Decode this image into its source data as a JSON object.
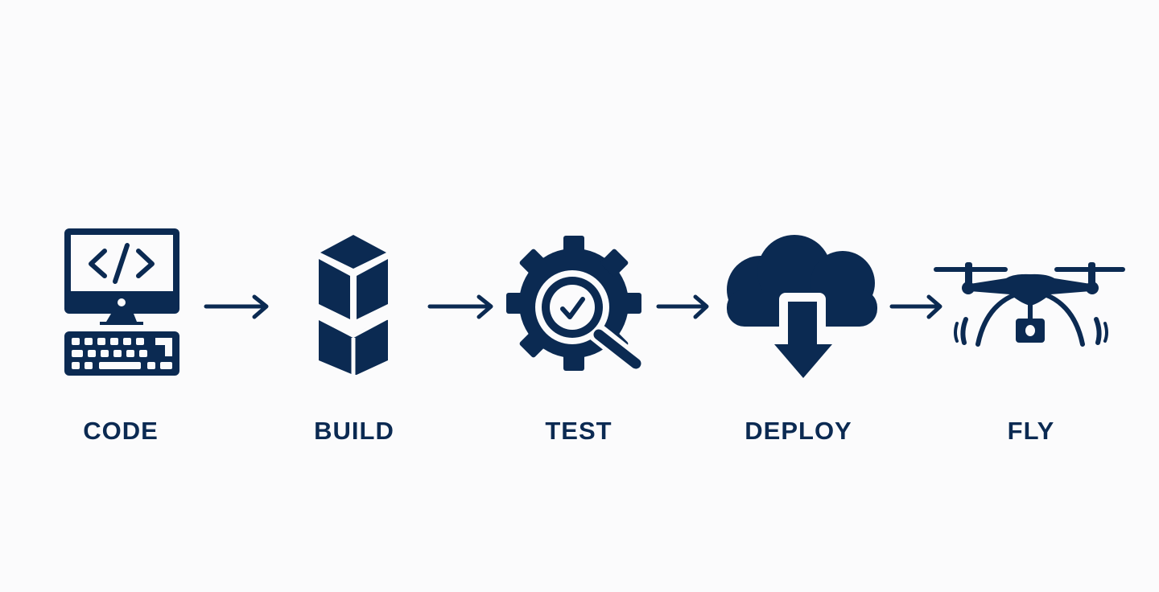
{
  "colors": {
    "primary": "#0b2a52",
    "background": "#fbfbfc"
  },
  "steps": [
    {
      "label": "CODE",
      "icon": "computer-code-icon"
    },
    {
      "label": "BUILD",
      "icon": "stacked-cubes-icon"
    },
    {
      "label": "TEST",
      "icon": "gear-magnifier-check-icon"
    },
    {
      "label": "DEPLOY",
      "icon": "cloud-download-icon"
    },
    {
      "label": "FLY",
      "icon": "drone-icon"
    }
  ]
}
